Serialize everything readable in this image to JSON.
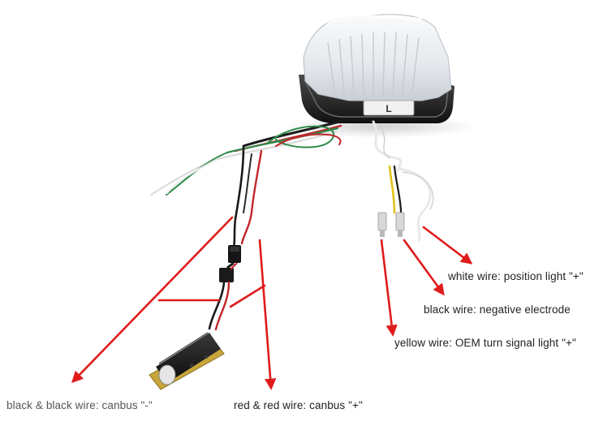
{
  "colors": {
    "arrow": "#e01b1b",
    "housing": "#2a2a2a",
    "lens": "#e9edf1",
    "wire_red": "#c0262a",
    "wire_green": "#2f8a4a",
    "wire_white": "#f0f0f0",
    "wire_yellow": "#e3c21a",
    "pcb": "#c8a53a",
    "module": "#1c1c1c"
  },
  "lamp": {
    "side_mark": "L"
  },
  "labels": {
    "white_wire": "white wire: position light \"+\"",
    "black_wire": "black wire: negative electrode",
    "yellow_wire": "yellow wire: OEM turn signal light \"+\"",
    "black_black_wire": "black & black wire: canbus \"-\"",
    "red_red_wire": "red & red wire: canbus \"+\""
  }
}
